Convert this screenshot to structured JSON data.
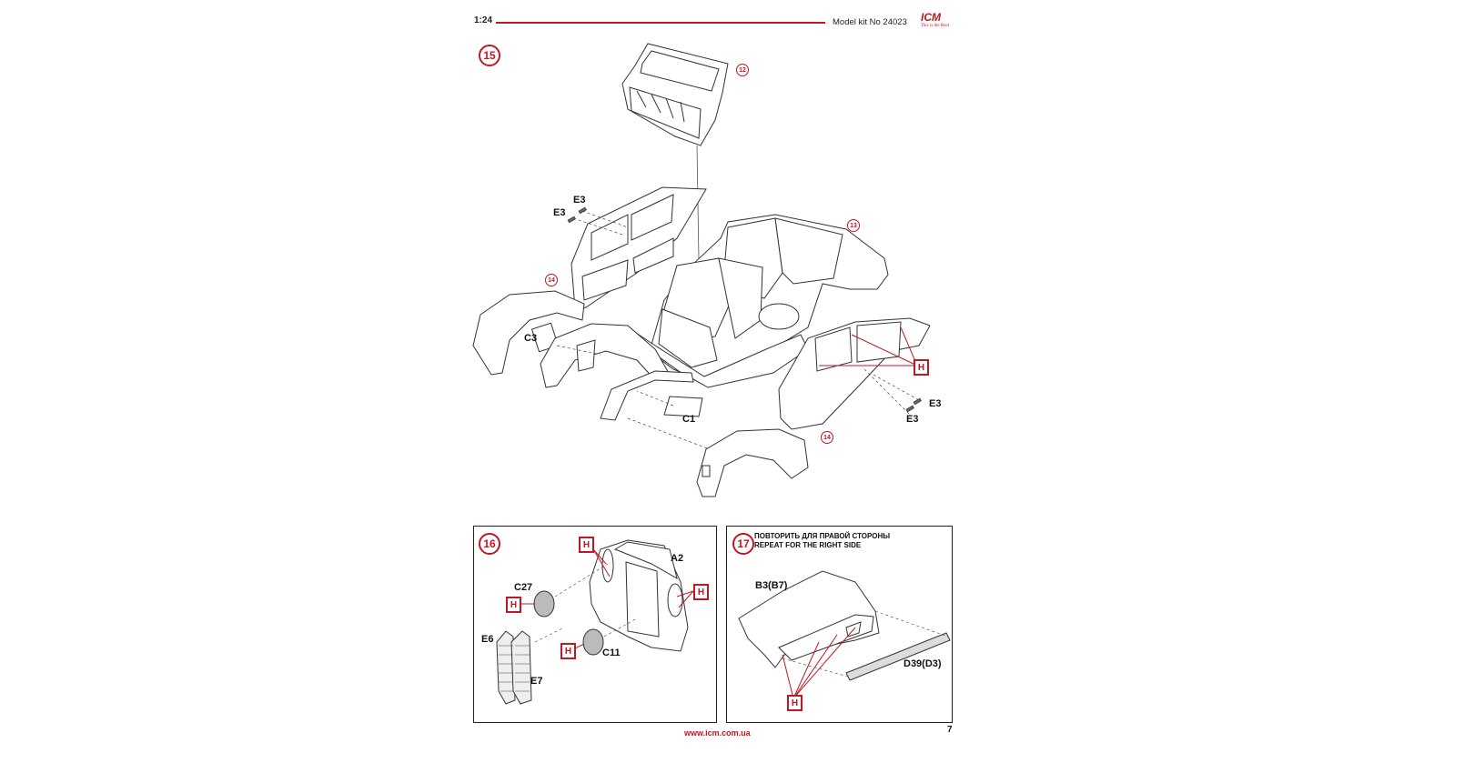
{
  "header": {
    "scale": "1:24",
    "model_kit": "Model kit No 24023",
    "logo_text": "ICM",
    "logo_slogan": "This is the Real",
    "accent_color": "#c01722"
  },
  "steps": {
    "step15": "15",
    "step16": "16",
    "step17": "17"
  },
  "subassembly_refs": {
    "ref12": "12",
    "ref13": "13",
    "ref14_left": "14",
    "ref14_right": "14"
  },
  "part_labels": {
    "e3_top": "E3",
    "e3_left": "E3",
    "c3": "C3",
    "c1": "C1",
    "e3_right_a": "E3",
    "e3_right_b": "E3",
    "a2": "A2",
    "c27": "C27",
    "e6": "E6",
    "e7": "E7",
    "c11": "C11",
    "b3b7": "B3(B7)",
    "d39d3": "D39(D3)"
  },
  "paint_marker": "H",
  "step17_note": {
    "ru": "ПОВТОРИТЬ ДЛЯ ПРАВОЙ СТОРОНЫ",
    "en": "REPEAT FOR THE RIGHT SIDE"
  },
  "footer": {
    "website": "www.icm.com.ua",
    "page_number": "7"
  }
}
